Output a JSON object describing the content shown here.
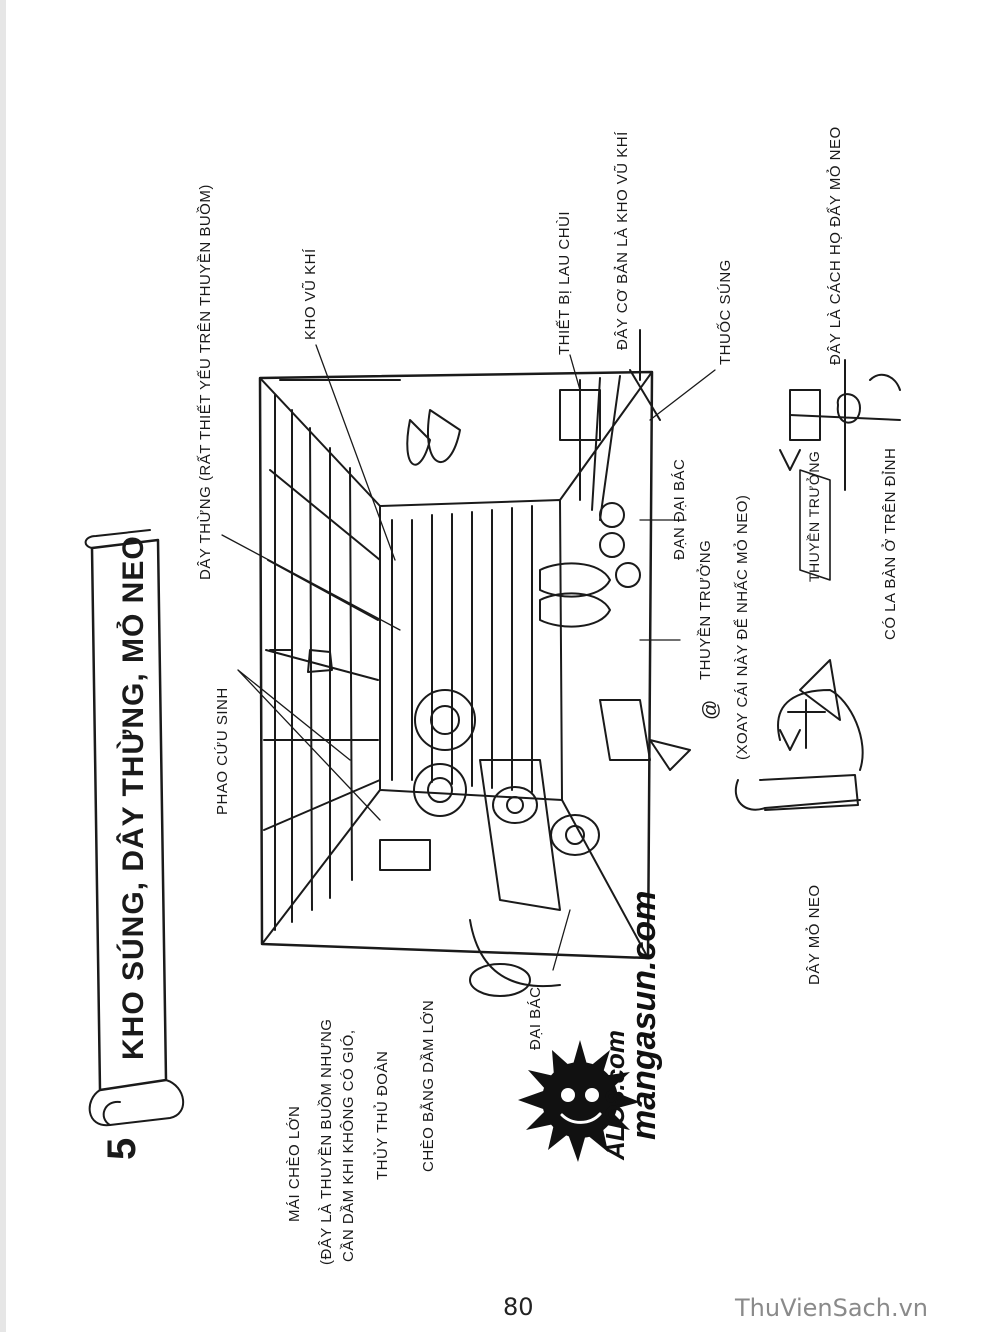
{
  "chapter_number": "5",
  "title": "KHO SÚNG, DÂY THỪNG, MỎ NEO",
  "labels": {
    "oars_1": "MÁI CHÈO LỚN",
    "oars_2": "(ĐÂY LÀ THUYỀN BUỒM NHƯNG",
    "oars_3": "CẦN DẦM KHI KHÔNG CÓ GIÓ,",
    "oars_4": "THỦY THỦ ĐOÀN",
    "oars_5": "CHÈO BẰNG DẦM LỚN",
    "cannon": "ĐẠI BÁC",
    "life_buoy": "PHAO CỨU SINH",
    "rope_1": "DÂY THỪNG (RẤT THIẾT YẾU TRÊN THUYỀN BUỒM)",
    "armory": "KHO VŨ KHÍ",
    "cleaning": "THIẾT BỊ LAU CHÙI",
    "armory_basic": "ĐÂY CƠ BẢN LÀ KHO VŨ KHÍ",
    "gunpowder": "THUỐC SÚNG",
    "cannonball": "ĐẠN ĐẠI BÁC",
    "captain_1": "THUYỀN TRƯỞNG",
    "captain_2": "(XOAY CÁI NÀY ĐỂ NHẤC MỎ NEO)",
    "at_mark": "@",
    "anchor_rope": "DÂY MỎ NEO",
    "captain_box": "THUYỀN TRƯỞNG",
    "compass": "CÓ LA BÀN Ở TRÊN ĐỈNH",
    "how_lift": "ĐÂY LÀ CÁCH HỌ ĐẨY MỎ NEO"
  },
  "logo": {
    "line1": "ALO8.com",
    "line2": "mangasun.com"
  },
  "page_number": "80",
  "watermark": "ThuVienSach.vn"
}
